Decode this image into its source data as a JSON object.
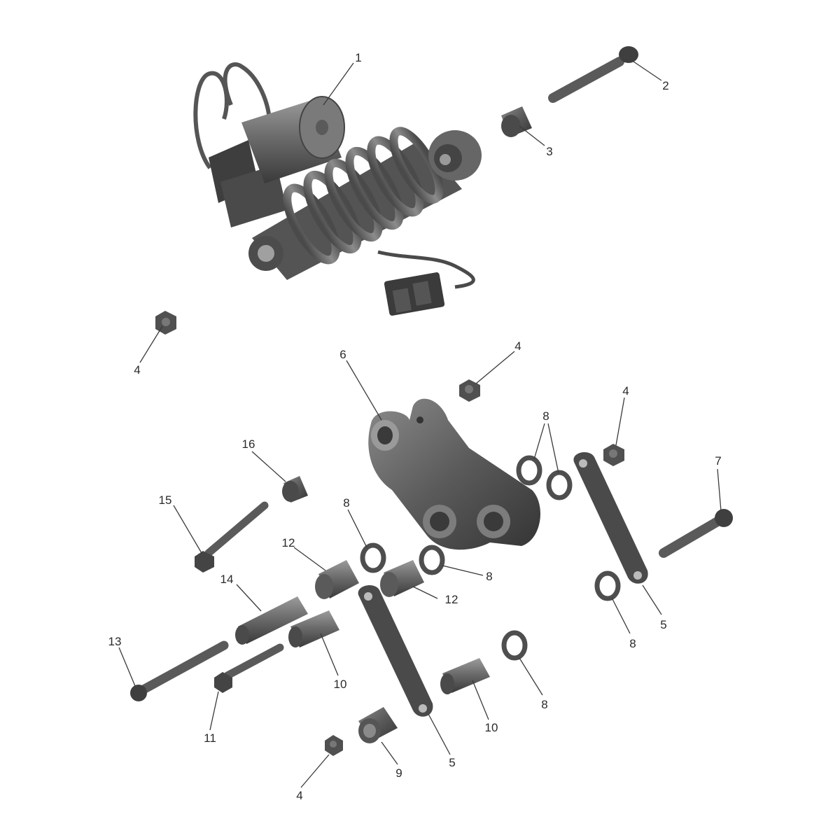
{
  "callouts": [
    {
      "id": "c1",
      "label": "1"
    },
    {
      "id": "c2",
      "label": "2"
    },
    {
      "id": "c3",
      "label": "3"
    },
    {
      "id": "c4a",
      "label": "4"
    },
    {
      "id": "c4b",
      "label": "4"
    },
    {
      "id": "c4c",
      "label": "4"
    },
    {
      "id": "c4d",
      "label": "4"
    },
    {
      "id": "c5a",
      "label": "5"
    },
    {
      "id": "c5b",
      "label": "5"
    },
    {
      "id": "c6",
      "label": "6"
    },
    {
      "id": "c7",
      "label": "7"
    },
    {
      "id": "c8a",
      "label": "8"
    },
    {
      "id": "c8b",
      "label": "8"
    },
    {
      "id": "c8c",
      "label": "8"
    },
    {
      "id": "c8d",
      "label": "8"
    },
    {
      "id": "c8e",
      "label": "8"
    },
    {
      "id": "c9",
      "label": "9"
    },
    {
      "id": "c10a",
      "label": "10"
    },
    {
      "id": "c10b",
      "label": "10"
    },
    {
      "id": "c11",
      "label": "11"
    },
    {
      "id": "c12a",
      "label": "12"
    },
    {
      "id": "c12b",
      "label": "12"
    },
    {
      "id": "c13",
      "label": "13"
    },
    {
      "id": "c14",
      "label": "14"
    },
    {
      "id": "c15",
      "label": "15"
    },
    {
      "id": "c16",
      "label": "16"
    }
  ],
  "colors": {
    "part_dark": "#3c3c3c",
    "part_mid": "#6a6a6a",
    "part_light": "#9a9a9a",
    "leader": "#3a3a3a",
    "background": "#ffffff"
  }
}
